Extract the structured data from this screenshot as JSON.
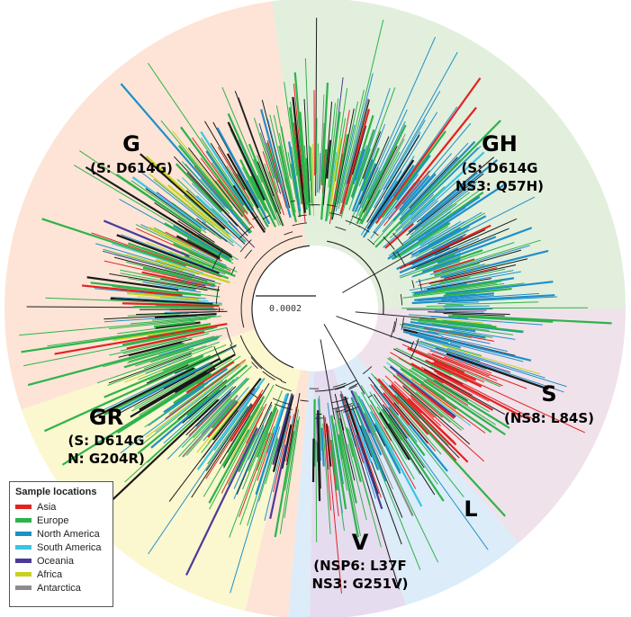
{
  "clades": [
    {
      "id": "GH",
      "name": "GH",
      "lines": [
        "(S: D614G",
        "NS3: Q57H)"
      ],
      "bg": "#e2efdc",
      "text": "#2ca84a"
    },
    {
      "id": "S",
      "name": "S",
      "lines": [
        "(NS8: L84S)"
      ],
      "bg": "#f0e2ea",
      "text": "#a0206a"
    },
    {
      "id": "L",
      "name": "L",
      "lines": [],
      "bg": "#dcecf8",
      "text": "#2a6fb0"
    },
    {
      "id": "V",
      "name": "V",
      "lines": [
        "(NSP6: L37F",
        "NS3: G251V)"
      ],
      "bg": "#e6dcef",
      "text": "#4a2a8e"
    },
    {
      "id": "GR",
      "name": "GR",
      "lines": [
        "(S: D614G",
        "N: G204R)"
      ],
      "bg": "#fbf7cf",
      "text": "#8c8a2a"
    },
    {
      "id": "G",
      "name": "G",
      "lines": [
        "(S: D614G)"
      ],
      "bg": "#fde4d6",
      "text": "#c8522a"
    }
  ],
  "scale_bar": {
    "label": "0.0002"
  },
  "legend": {
    "title": "Sample locations",
    "items": [
      {
        "label": "Asia",
        "color": "#e32222"
      },
      {
        "label": "Europe",
        "color": "#2cb34a"
      },
      {
        "label": "North America",
        "color": "#1f8fc8"
      },
      {
        "label": "South America",
        "color": "#39c4e8"
      },
      {
        "label": "Oceania",
        "color": "#4a3b9a"
      },
      {
        "label": "Africa",
        "color": "#c8d21e"
      },
      {
        "label": "Antarctica",
        "color": "#8c8c8c"
      }
    ]
  }
}
